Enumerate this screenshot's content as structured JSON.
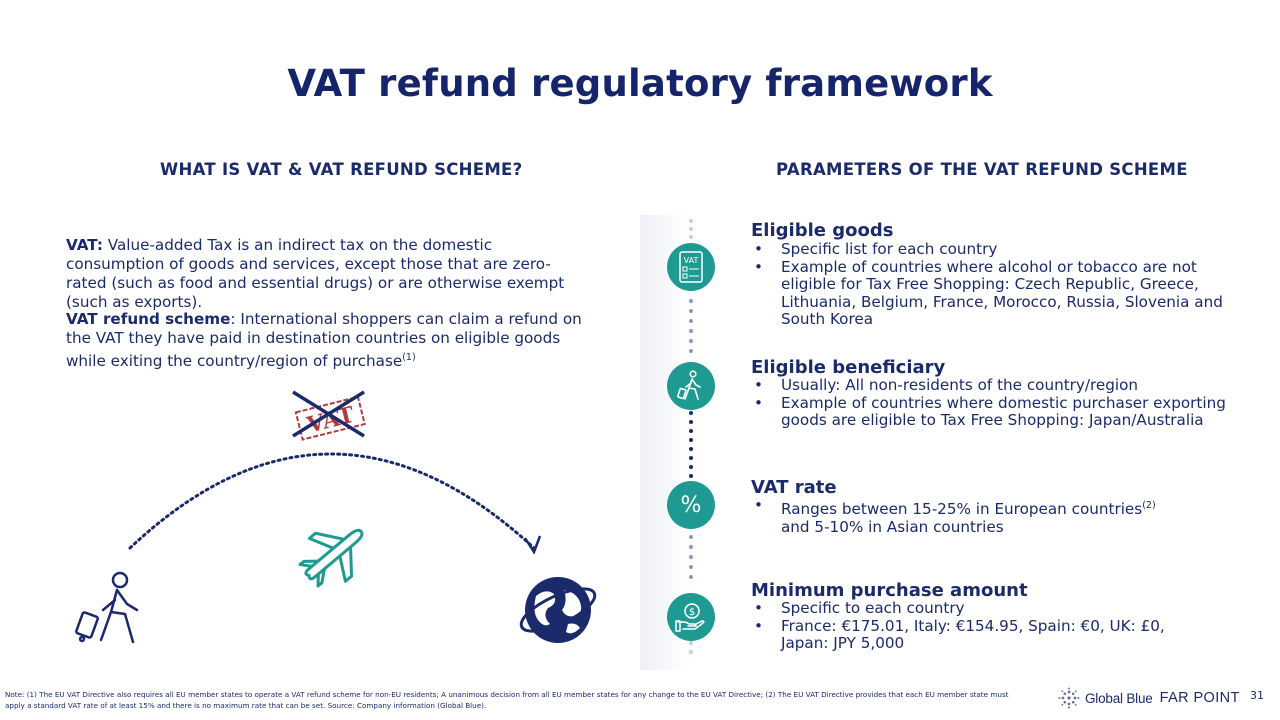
{
  "title": "VAT refund regulatory framework",
  "left": {
    "heading": "WHAT IS VAT & VAT REFUND SCHEME?",
    "vat_label": "VAT:",
    "vat_text": " Value-added Tax is an indirect tax on the domestic consumption of goods and services, except those that are zero-rated (such as food and essential drugs) or are otherwise exempt (such as exports).",
    "scheme_label": "VAT refund scheme",
    "scheme_text": ": International shoppers can claim a refund on the VAT they have paid in destination countries on eligible goods while exiting the country/region of purchase",
    "scheme_sup": "(1)",
    "stamp_text": "VAT"
  },
  "right": {
    "heading": "PARAMETERS OF THE VAT REFUND SCHEME",
    "params": [
      {
        "icon": "vat-document-icon",
        "icon_text": "VAT",
        "title": "Eligible goods",
        "bullets": [
          "Specific list for each country",
          "Example of countries where alcohol or tobacco are not eligible for Tax Free Shopping: Czech Republic, Greece, Lithuania, Belgium, France, Morocco, Russia, Slovenia and South Korea"
        ]
      },
      {
        "icon": "traveler-icon",
        "title": "Eligible beneficiary",
        "bullets": [
          "Usually: All non-residents of the country/region",
          "Example of countries where domestic purchaser exporting goods are eligible to Tax Free Shopping: Japan/Australia"
        ]
      },
      {
        "icon": "percent-icon",
        "icon_text": "%",
        "title": "VAT rate",
        "bullet_main": "Ranges between 15-25% in European countries",
        "bullet_sup": "(2)",
        "bullet_cont": "and 5-10% in Asian countries"
      },
      {
        "icon": "money-hand-icon",
        "title": "Minimum purchase amount",
        "bullets": [
          "Specific to each country",
          "France: €175.01, Italy: €154.95, Spain: €0, UK: £0, Japan: JPY 5,000"
        ]
      }
    ]
  },
  "footer": {
    "note": "Note: (1) The EU VAT Directive also requires all EU member states to operate a VAT refund scheme for non-EU residents; A unanimous decision from all EU member states for any change to the EU VAT Directive; (2) The EU VAT Directive provides that each EU member state must apply a standard VAT rate of at least 15% and there is no maximum rate that can be set. Source: Company information (Global Blue).",
    "brand_global_blue": "Global Blue",
    "brand_far_point": "FAR POINT",
    "page_number": "31"
  },
  "colors": {
    "navy": "#1b2a6b",
    "teal": "#1f9a93",
    "stamp_red": "#b23a3a"
  }
}
